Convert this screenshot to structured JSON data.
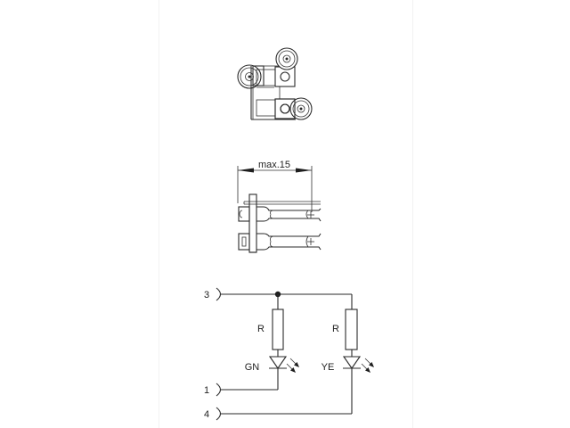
{
  "figure": {
    "background": "#ffffff",
    "line_color": "#2a2a2a",
    "views": [
      {
        "id": "top-view",
        "description": "connector top view"
      },
      {
        "id": "side-view",
        "description": "connector side view with dimension"
      },
      {
        "id": "circuit",
        "description": "LED indicator wiring schematic"
      }
    ]
  },
  "side_view": {
    "dimension_label": "max.15"
  },
  "circuit": {
    "pins": [
      {
        "number": "3"
      },
      {
        "number": "1"
      },
      {
        "number": "4"
      }
    ],
    "branches": [
      {
        "resistor_label": "R",
        "led_label": "GN"
      },
      {
        "resistor_label": "R",
        "led_label": "YE"
      }
    ]
  }
}
